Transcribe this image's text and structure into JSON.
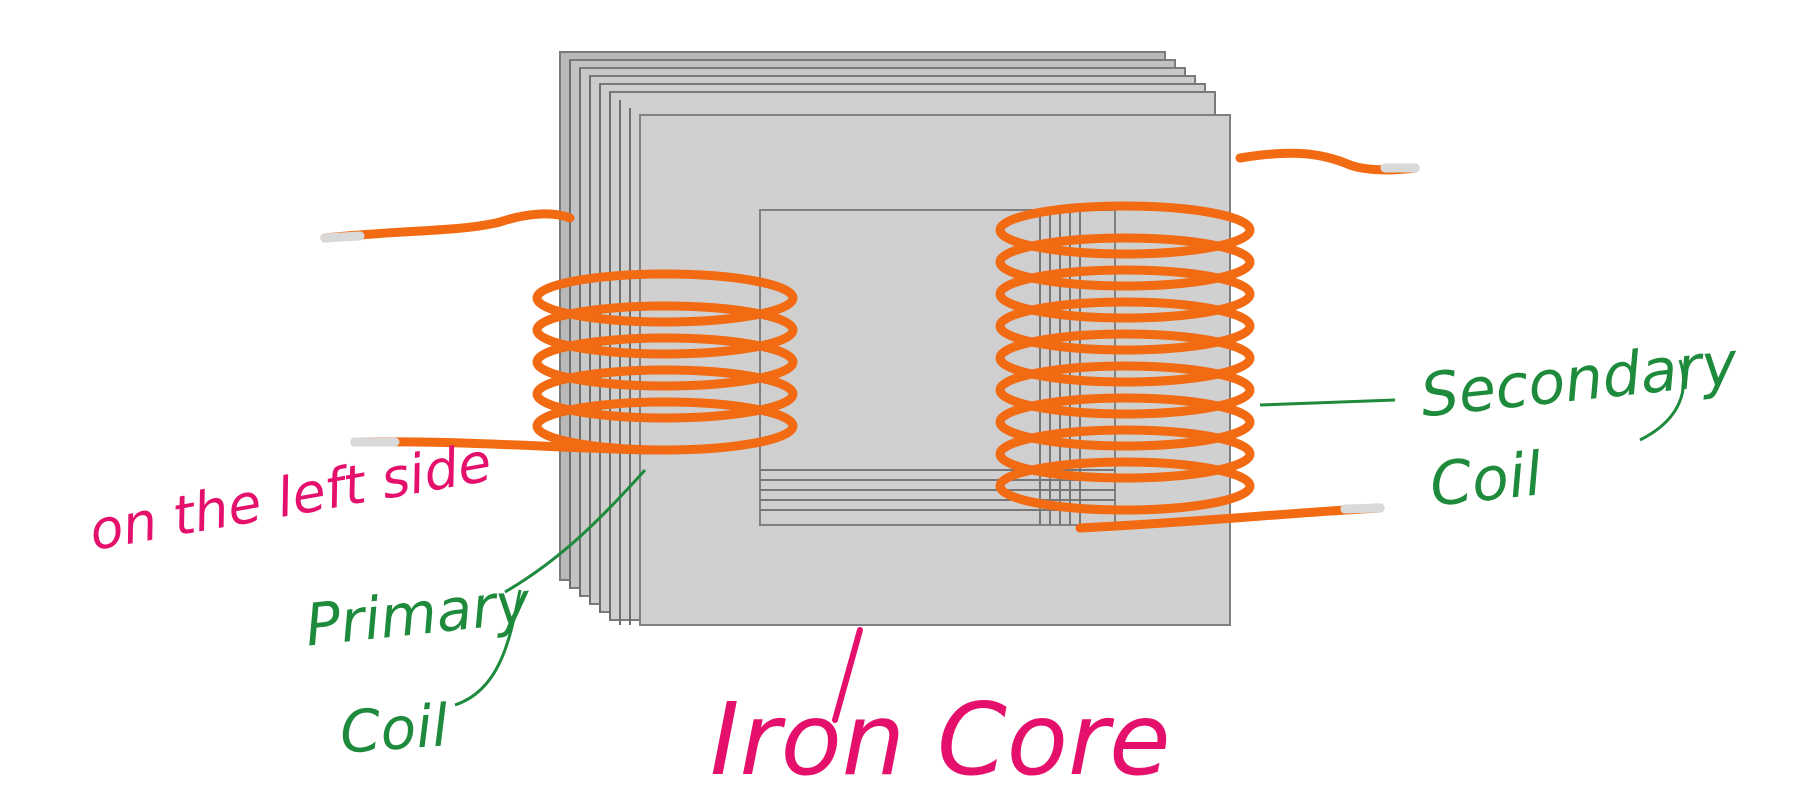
{
  "annotations": {
    "left_side_note": "on the left side",
    "primary_coil_line1": "Primary",
    "primary_coil_line2": "Coil",
    "secondary_coil_line1": "Secondary",
    "secondary_coil_line2": "Coil",
    "iron_core": "Iron Core"
  },
  "colors": {
    "core_face": "#cfcfcf",
    "core_edge": "#8a8a8a",
    "coil_copper": "#f26a12",
    "wire_end": "#d9d9d9",
    "annotation_green": "#1e8a3c",
    "annotation_pink": "#e4106c"
  }
}
